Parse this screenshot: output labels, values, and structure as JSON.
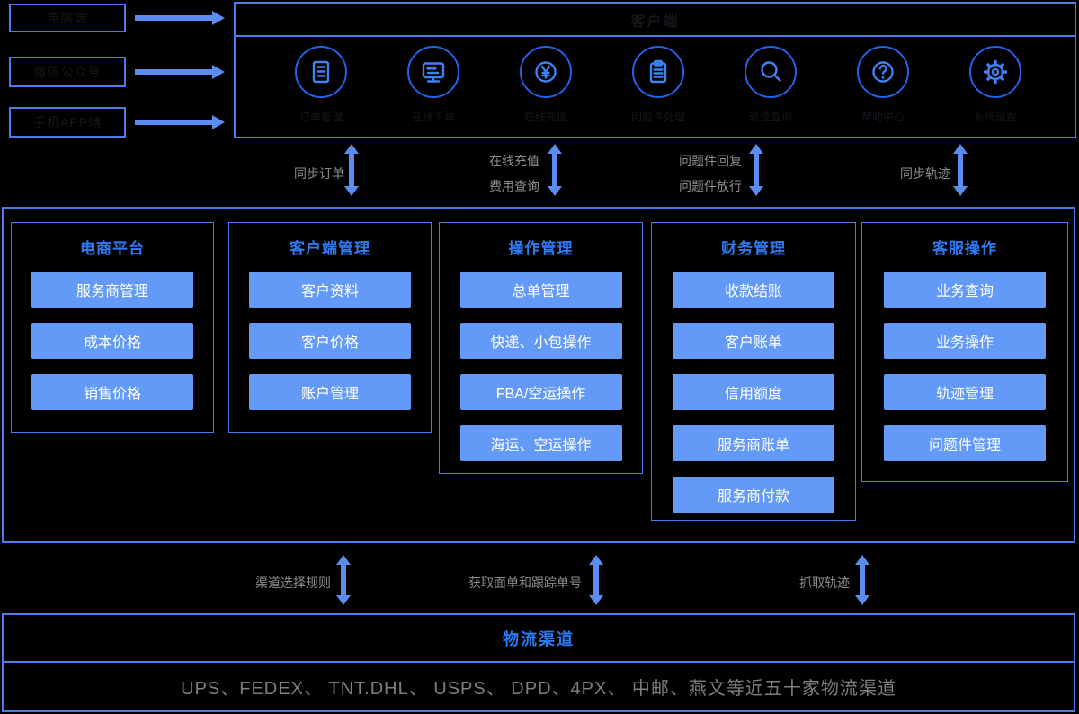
{
  "colors": {
    "border_blue": "#4a7de8",
    "icon_circle_blue": "#2361e8",
    "icon_glyph_blue": "#3f82f2",
    "item_fill_blue": "#639af7",
    "item_text": "#ffffff",
    "column_title_blue": "#2e7bf4",
    "logistics_title_blue": "#2b7af0",
    "arrow_blue": "#5b8cf0",
    "label_gray": "#8c8c8c",
    "dark_text_on_black": "#14171c"
  },
  "sources": {
    "boxes": [
      {
        "label": "电脑端"
      },
      {
        "label": "微信公众号"
      },
      {
        "label": "手机APP端"
      }
    ]
  },
  "client_portal": {
    "title": "客户端",
    "icons": [
      {
        "icon": "orders-doc",
        "label": "订单管理"
      },
      {
        "icon": "monitor",
        "label": "在线下单"
      },
      {
        "icon": "yuan",
        "label": "在线充值"
      },
      {
        "icon": "clipboard",
        "label": "问题件处理"
      },
      {
        "icon": "search",
        "label": "轨迹查询"
      },
      {
        "icon": "help",
        "label": "帮助中心"
      },
      {
        "icon": "gear",
        "label": "系统设置"
      }
    ]
  },
  "top_flows": {
    "sync_orders": "同步订单",
    "online_recharge": "在线充值",
    "fee_query": "费用查询",
    "problem_reply": "问题件回复",
    "problem_release": "问题件放行",
    "sync_tracking": "同步轨迹"
  },
  "management": {
    "columns": [
      {
        "title": "电商平台",
        "items": [
          "服务商管理",
          "成本价格",
          "销售价格"
        ]
      },
      {
        "title": "客户端管理",
        "items": [
          "客户资料",
          "客户价格",
          "账户管理"
        ]
      },
      {
        "title": "操作管理",
        "items": [
          "总单管理",
          "快递、小包操作",
          "FBA/空运操作",
          "海运、空运操作"
        ]
      },
      {
        "title": "财务管理",
        "items": [
          "收款结账",
          "客户账单",
          "信用额度",
          "服务商账单",
          "服务商付款"
        ]
      },
      {
        "title": "客服操作",
        "items": [
          "业务查询",
          "业务操作",
          "轨迹管理",
          "问题件管理"
        ]
      }
    ]
  },
  "bottom_flows": {
    "channel_rule": "渠道选择规则",
    "get_label_tracking": "获取面单和跟踪单号",
    "fetch_tracking": "抓取轨迹"
  },
  "logistics": {
    "title": "物流渠道",
    "carriers": "UPS、FEDEX、 TNT.DHL、 USPS、 DPD、4PX、 中邮、燕文等近五十家物流渠道"
  }
}
